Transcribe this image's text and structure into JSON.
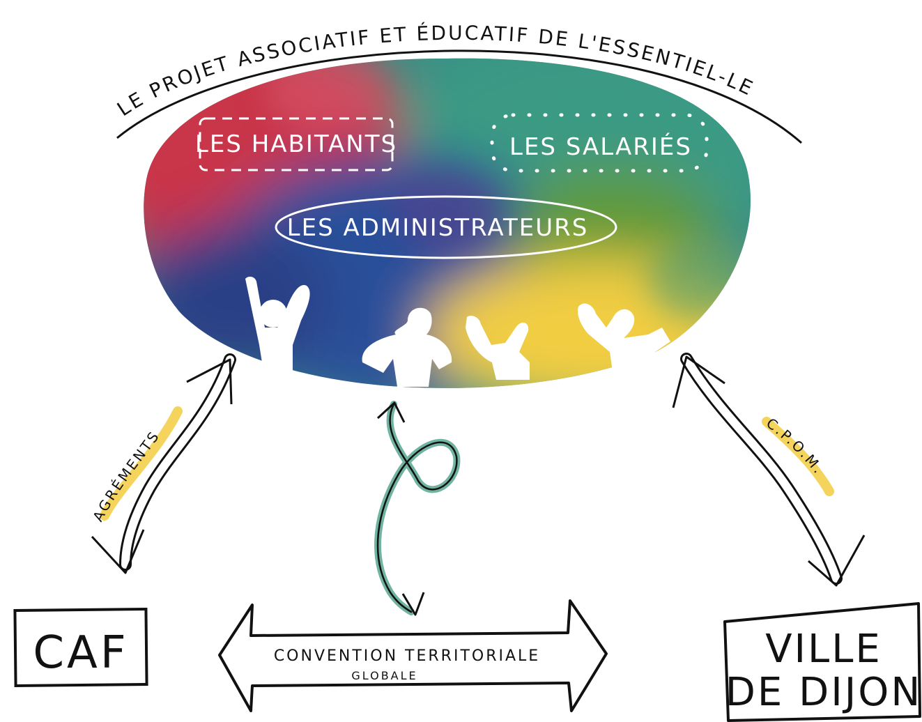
{
  "title": "LE PROJET ASSOCIATIF ET ÉDUCATIF DE L'ESSENTIEL-LE",
  "groups": {
    "habitants": "LES HABITANTS",
    "salaries": "LES SALARIÉS",
    "administrateurs": "LES ADMINISTRATEURS"
  },
  "partners": {
    "caf": "CAF",
    "ville_line1": "VILLE",
    "ville_line2": "DE DIJON"
  },
  "links": {
    "agrements": "AGRÉMENTS",
    "cpom": "C.P.O.M.",
    "convention_line1": "CONVENTION TERRITORIALE",
    "convention_line2": "GLOBALE"
  },
  "colors": {
    "red": "#c9344a",
    "green": "#3a9a84",
    "blue": "#2a4f9a",
    "olive": "#5f9a3a",
    "yellow": "#f1cd42",
    "teal_arrow": "#6fb3a0",
    "highlight": "#f3cf4a",
    "ink": "#111111"
  }
}
